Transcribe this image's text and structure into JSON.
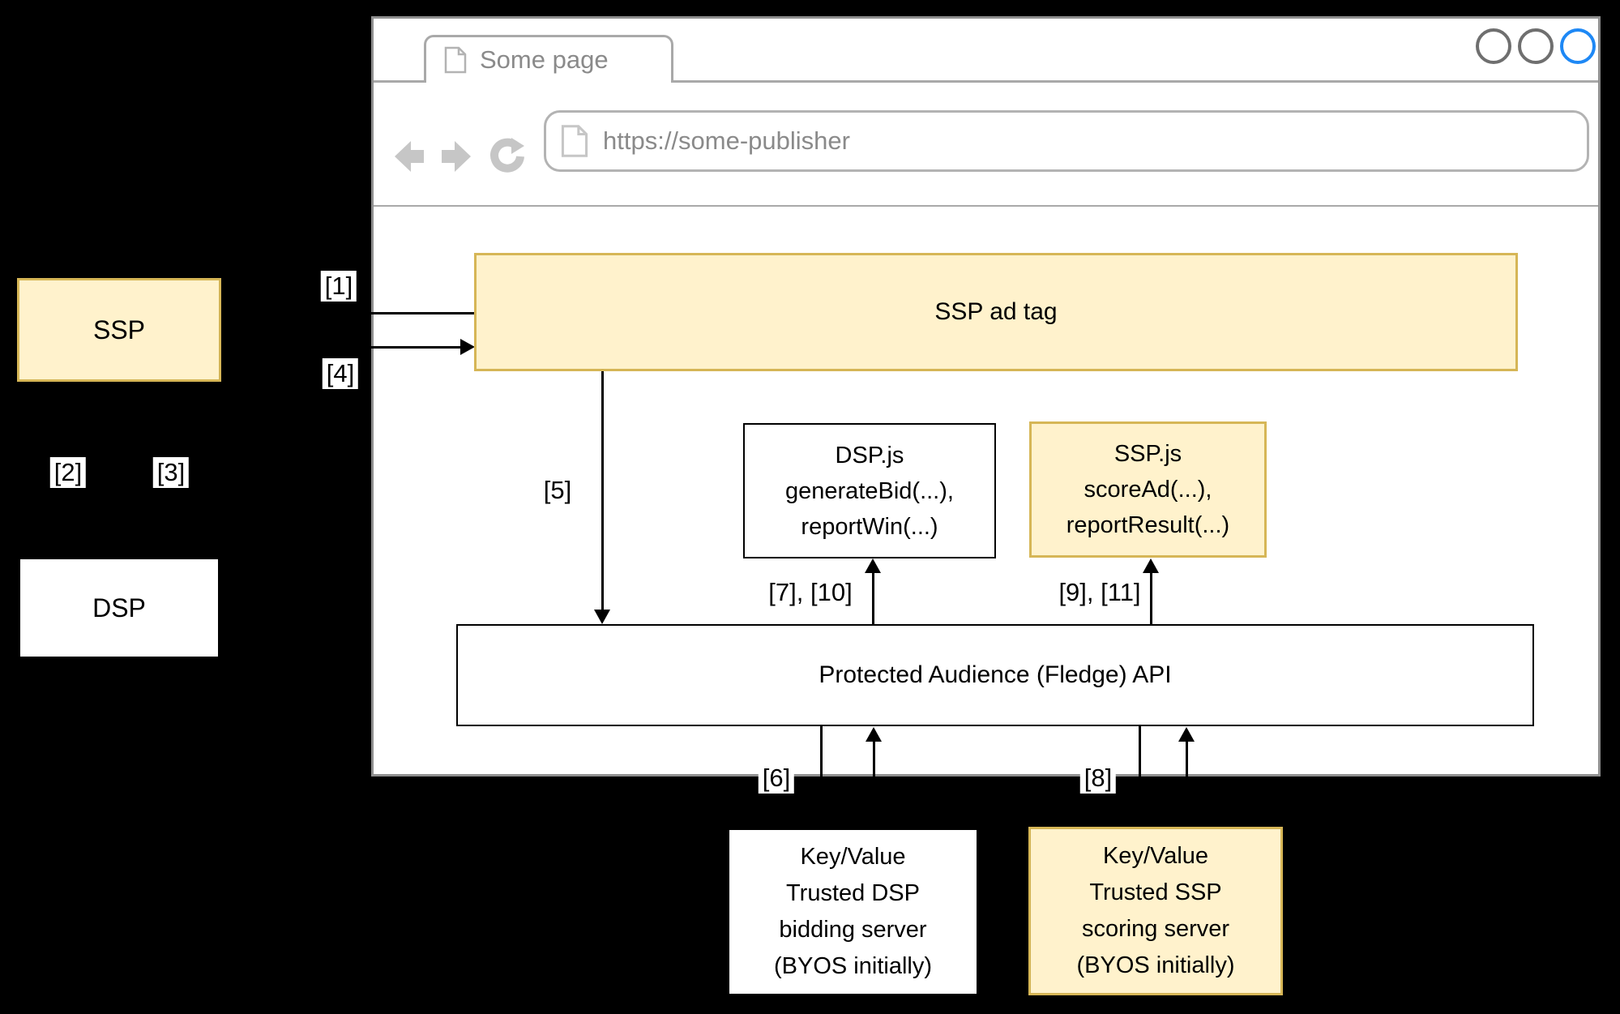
{
  "colors": {
    "yellow_fill": "#FFF2CC",
    "yellow_border": "#D6B656",
    "active_circle_blue": "#1e88f5",
    "chrome_gray": "#8a8a8a"
  },
  "browser": {
    "tab_title": "Some page",
    "url": "https://some-publisher",
    "icons": [
      "page-icon",
      "back-icon",
      "forward-icon",
      "reload-icon"
    ],
    "window_circles": [
      "gray",
      "gray",
      "blue"
    ]
  },
  "actors": {
    "ssp": "SSP",
    "dsp": "DSP"
  },
  "nodes": {
    "ad_tag": "SSP ad tag",
    "dsp_js": {
      "lines": [
        "DSP.js",
        "generateBid(...),",
        "reportWin(...)"
      ]
    },
    "ssp_js": {
      "lines": [
        "SSP.js",
        "scoreAd(...),",
        "reportResult(...)"
      ]
    },
    "fledge": "Protected Audience (Fledge) API",
    "kv_dsp": {
      "lines": [
        "Key/Value",
        "Trusted DSP",
        "bidding server",
        "(BYOS initially)"
      ]
    },
    "kv_ssp": {
      "lines": [
        "Key/Value",
        "Trusted SSP",
        "scoring server",
        "(BYOS initially)"
      ]
    }
  },
  "steps": {
    "s1": "[1]",
    "s2": "[2]",
    "s3": "[3]",
    "s4": "[4]",
    "s5": "[5]",
    "s6": "[6]",
    "s7_10": "[7], [10]",
    "s8": "[8]",
    "s9_11": "[9], [11]"
  }
}
